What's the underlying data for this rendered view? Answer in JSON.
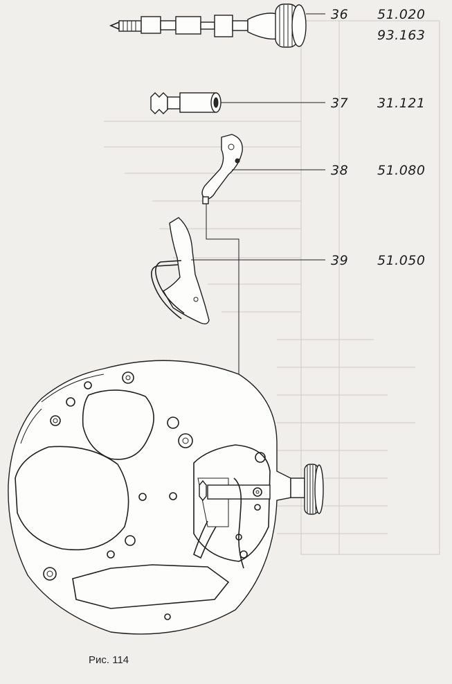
{
  "figure": {
    "caption": "Рис. 114"
  },
  "parts": [
    {
      "ref": "36",
      "codes": [
        "51.020",
        "93.163"
      ],
      "icon": "winding-stem-with-crown"
    },
    {
      "ref": "37",
      "codes": [
        "31.121"
      ],
      "icon": "clutch-wheel"
    },
    {
      "ref": "38",
      "codes": [
        "51.080"
      ],
      "icon": "setting-lever"
    },
    {
      "ref": "39",
      "codes": [
        "51.050"
      ],
      "icon": "yoke"
    }
  ],
  "base": {
    "icon": "main-plate"
  }
}
